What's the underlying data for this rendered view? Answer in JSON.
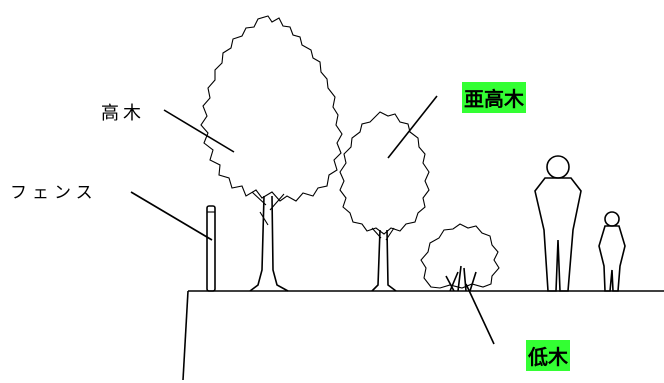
{
  "labels": {
    "tall_tree": "高木",
    "fence": "フェンス",
    "sub_tall_tree": "亜高木",
    "shrub": "低木"
  },
  "colors": {
    "highlight": "#33ff33",
    "line": "#000000",
    "background": "#ffffff"
  }
}
